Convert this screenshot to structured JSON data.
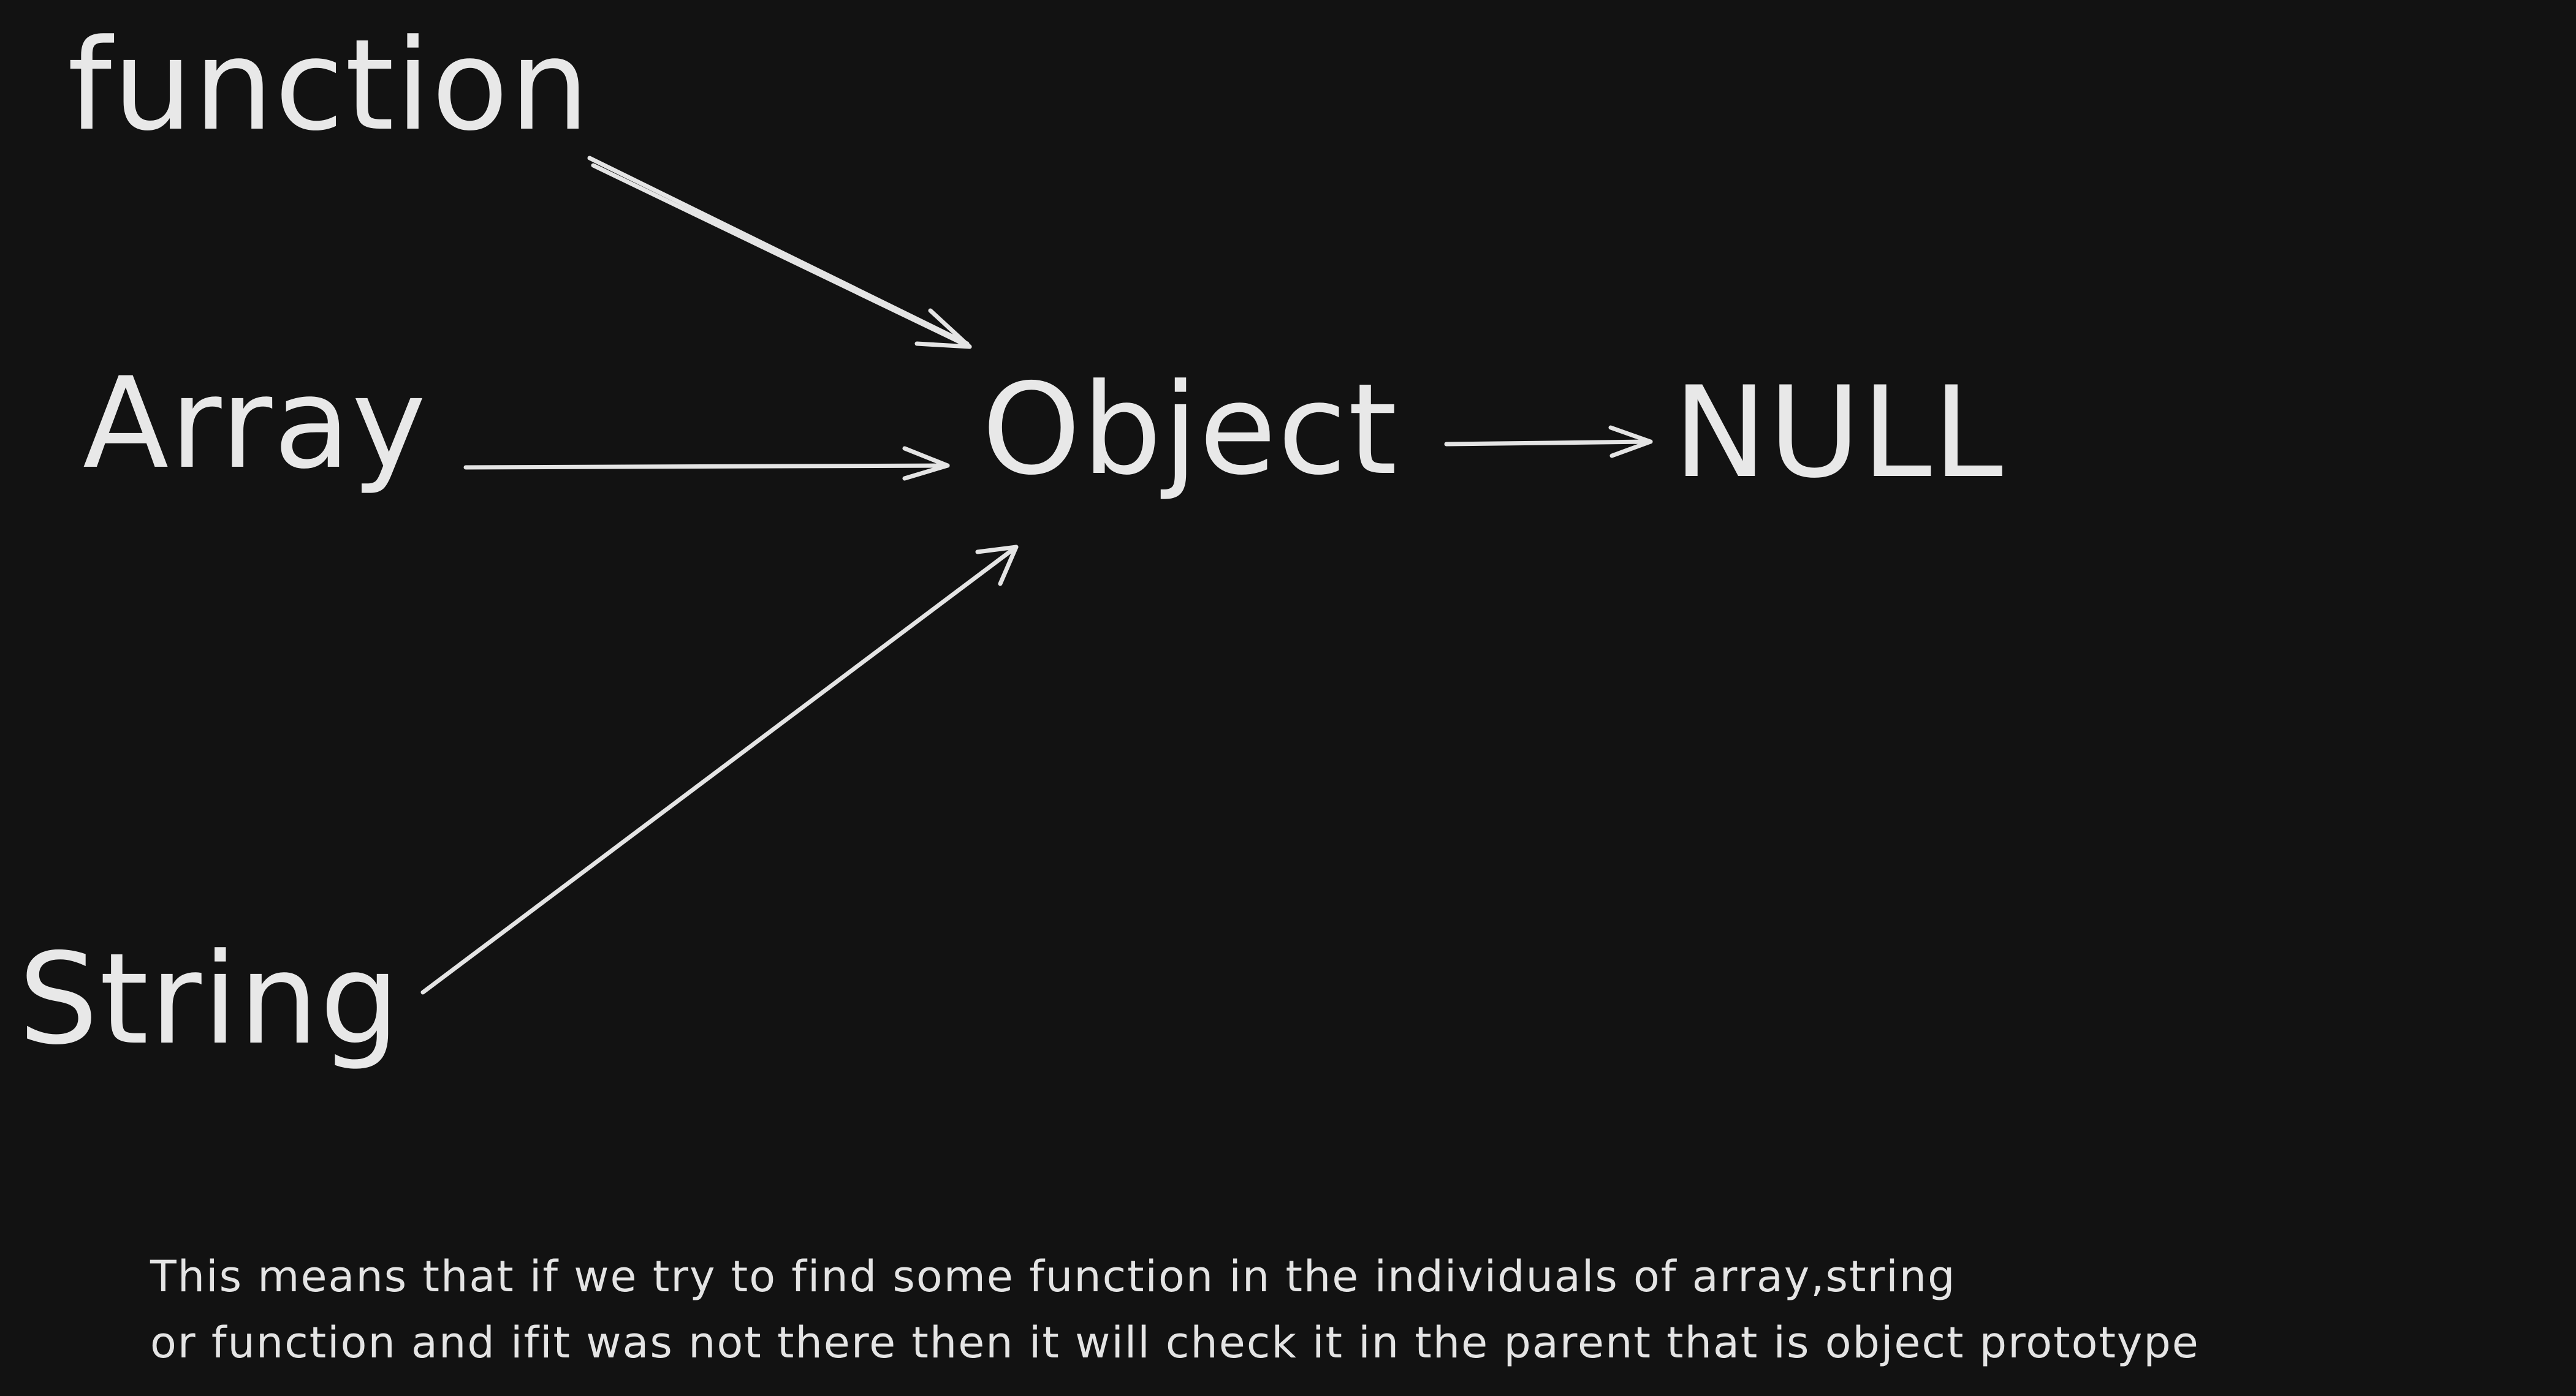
{
  "diagram": {
    "nodes": {
      "function": "function",
      "array": "Array",
      "string": "String",
      "object": "Object",
      "null": "NULL"
    },
    "edges": [
      {
        "from": "function",
        "to": "object"
      },
      {
        "from": "array",
        "to": "object"
      },
      {
        "from": "string",
        "to": "object"
      },
      {
        "from": "object",
        "to": "null"
      }
    ],
    "note": {
      "line1": "This means that if we try to find some function in the individuals of array,string",
      "line2": "or function and ifit was not there then it will check it in the parent that is object prototype"
    },
    "colors": {
      "background": "#121212",
      "ink": "#e8e8e8"
    }
  }
}
